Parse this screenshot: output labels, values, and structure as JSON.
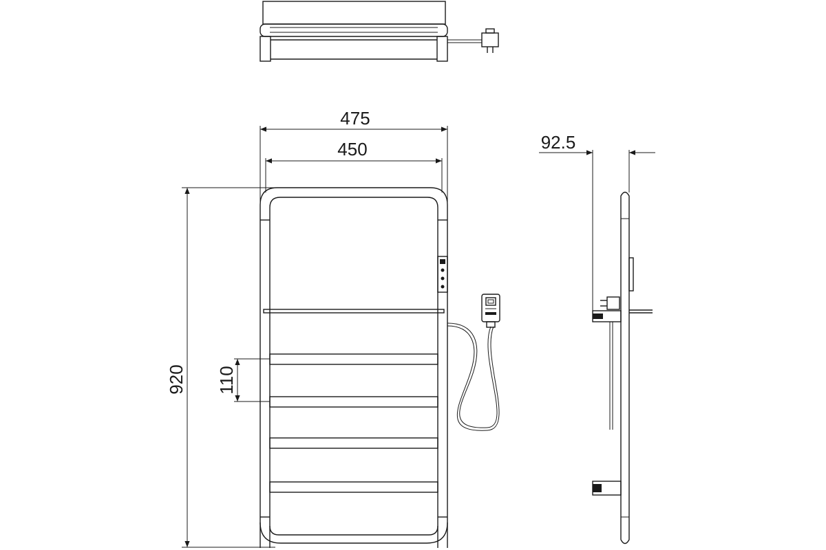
{
  "dimensions": {
    "overall_width": "475",
    "inner_width": "450",
    "height": "920",
    "bar_spacing": "110",
    "wall_offset": "92.5"
  }
}
